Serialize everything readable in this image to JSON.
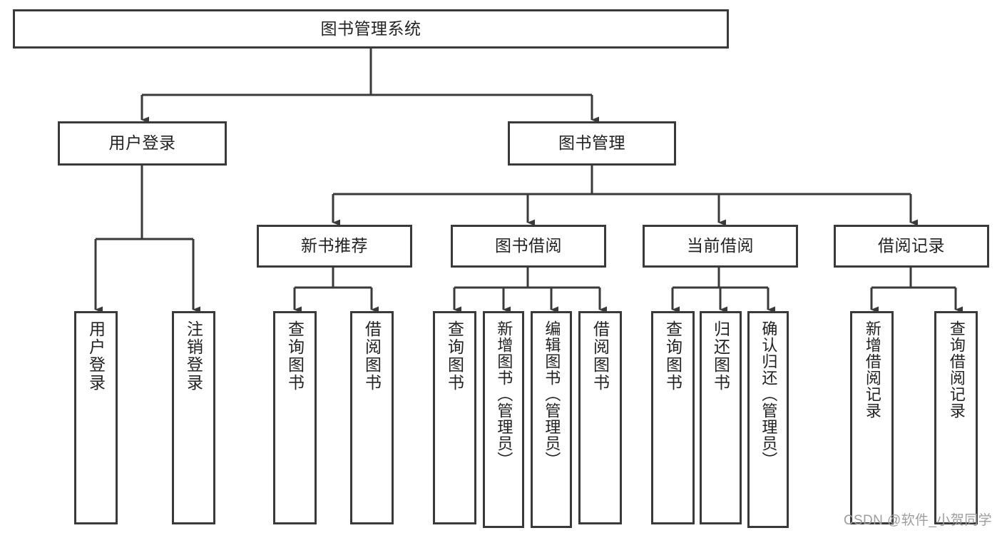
{
  "diagram": {
    "title": "图书管理系统",
    "watermark": "CSDN @软件_小贺同学",
    "stroke_color": "#3a3a3a",
    "fill_color": "#ffffff",
    "text_color": "#222222",
    "nodes": {
      "root": {
        "label": "图书管理系统"
      },
      "user_login": {
        "label": "用户登录"
      },
      "book_manage": {
        "label": "图书管理"
      },
      "new_book_rec": {
        "label": "新书推荐"
      },
      "book_borrow": {
        "label": "图书借阅"
      },
      "current_borrow": {
        "label": "当前借阅"
      },
      "borrow_record": {
        "label": "借阅记录"
      },
      "leaf_user_login": {
        "label": "用户登录"
      },
      "leaf_logout": {
        "label": "注销登录"
      },
      "leaf_query_book_1": {
        "label": "查询图书"
      },
      "leaf_borrow_book_1": {
        "label": "借阅图书"
      },
      "leaf_query_book_2": {
        "label": "查询图书"
      },
      "leaf_add_book": {
        "label": "新增图书（管理员）"
      },
      "leaf_edit_book": {
        "label": "编辑图书（管理员）"
      },
      "leaf_borrow_book_2": {
        "label": "借阅图书"
      },
      "leaf_query_book_3": {
        "label": "查询图书"
      },
      "leaf_return_book": {
        "label": "归还图书"
      },
      "leaf_confirm_return": {
        "label": "确认归还（管理员）"
      },
      "leaf_add_record": {
        "label": "新增借阅记录"
      },
      "leaf_query_record": {
        "label": "查询借阅记录"
      }
    }
  },
  "chart_data": {
    "type": "table",
    "title": "图书管理系统 功能结构图",
    "hierarchy": [
      {
        "label": "图书管理系统",
        "level": 0,
        "children": [
          {
            "label": "用户登录",
            "level": 1,
            "children": [
              {
                "label": "用户登录",
                "level": 2,
                "children": []
              },
              {
                "label": "注销登录",
                "level": 2,
                "children": []
              }
            ]
          },
          {
            "label": "图书管理",
            "level": 1,
            "children": [
              {
                "label": "新书推荐",
                "level": 2,
                "children": [
                  {
                    "label": "查询图书",
                    "level": 3,
                    "children": []
                  },
                  {
                    "label": "借阅图书",
                    "level": 3,
                    "children": []
                  }
                ]
              },
              {
                "label": "图书借阅",
                "level": 2,
                "children": [
                  {
                    "label": "查询图书",
                    "level": 3,
                    "children": []
                  },
                  {
                    "label": "新增图书（管理员）",
                    "level": 3,
                    "children": []
                  },
                  {
                    "label": "编辑图书（管理员）",
                    "level": 3,
                    "children": []
                  },
                  {
                    "label": "借阅图书",
                    "level": 3,
                    "children": []
                  }
                ]
              },
              {
                "label": "当前借阅",
                "level": 2,
                "children": [
                  {
                    "label": "查询图书",
                    "level": 3,
                    "children": []
                  },
                  {
                    "label": "归还图书",
                    "level": 3,
                    "children": []
                  },
                  {
                    "label": "确认归还（管理员）",
                    "level": 3,
                    "children": []
                  }
                ]
              },
              {
                "label": "借阅记录",
                "level": 2,
                "children": [
                  {
                    "label": "新增借阅记录",
                    "level": 3,
                    "children": []
                  },
                  {
                    "label": "查询借阅记录",
                    "level": 3,
                    "children": []
                  }
                ]
              }
            ]
          }
        ]
      }
    ]
  }
}
